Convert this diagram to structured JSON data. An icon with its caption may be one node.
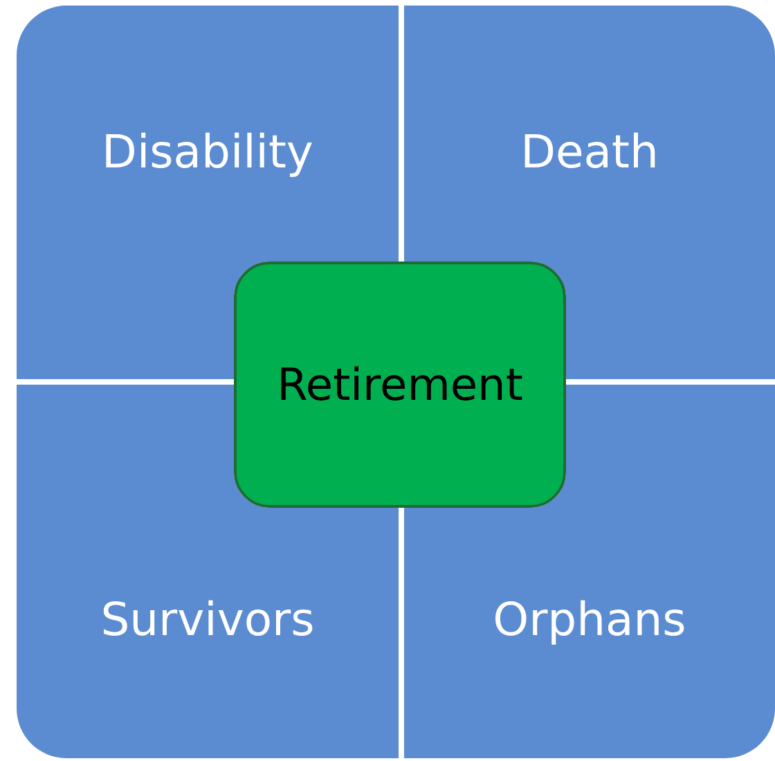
{
  "diagram": {
    "nodes": [
      {
        "text": [
          "Disability"
        ]
      },
      {
        "text": [
          "Death"
        ]
      },
      {
        "text": [
          "Survivors"
        ]
      },
      {
        "text": [
          "Orphans"
        ]
      },
      {
        "text": [
          "Retirement"
        ]
      }
    ]
  }
}
